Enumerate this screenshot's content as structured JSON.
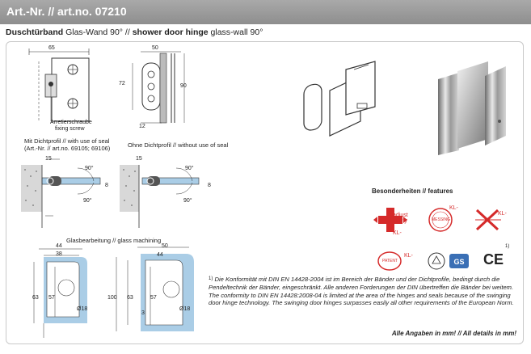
{
  "header": {
    "title": "Art.-Nr. // art.no. 07210"
  },
  "subtitle": {
    "bold1": "Duschtürband",
    "text1": " Glas-Wand 90° // ",
    "bold2": "shower door hinge",
    "text2": " glass-wall 90°"
  },
  "drawing_top": {
    "dim_65": "65",
    "dim_50": "50",
    "dim_72": "72",
    "dim_90": "90",
    "dim_12": "12",
    "screw_label_de": "Arretierschraube",
    "screw_label_en": "fixing screw"
  },
  "seal": {
    "with_de": "Mit Dichtprofil // with use of seal",
    "with_art": "(Art.-Nr. // art.no. 69105; 69106)",
    "without": "Ohne Dichtprofil // without use of seal",
    "dim_15": "15",
    "dim_90deg": "90°",
    "dim_8": "8"
  },
  "glass": {
    "label": "Glasbearbeitung // glass machining",
    "dim_44": "44",
    "dim_38": "38",
    "dim_50": "50",
    "dim_63": "63",
    "dim_57": "57",
    "dim_100": "100",
    "dim_3": "3",
    "dim_18": "Ø18"
  },
  "features": {
    "title": "Besonderheiten // features",
    "adjust_text": "adjust ability",
    "kl": "KL-",
    "messing": "MESSING",
    "patent": "PATENT",
    "note_marker": "1)",
    "ce": "CE"
  },
  "note": {
    "marker": "1)",
    "de": "Die Konformität mit DIN EN 14428-2004 ist im Bereich der Bänder und der Dichtprofile, bedingt durch die Pendeltechnik der Bänder, eingeschränkt. Alle anderen Forderungen der DIN übertreffen die Bänder bei weitem.",
    "en": "The conformity to DIN EN 14428:2008-04 is limited at the area of the hinges and seals because of the swinging door hinge technology. The swinging door hinges surpasses easily all other requirements of the European Norm."
  },
  "footer": {
    "all_details": "Alle Angaben in mm! // All details in mm!"
  }
}
